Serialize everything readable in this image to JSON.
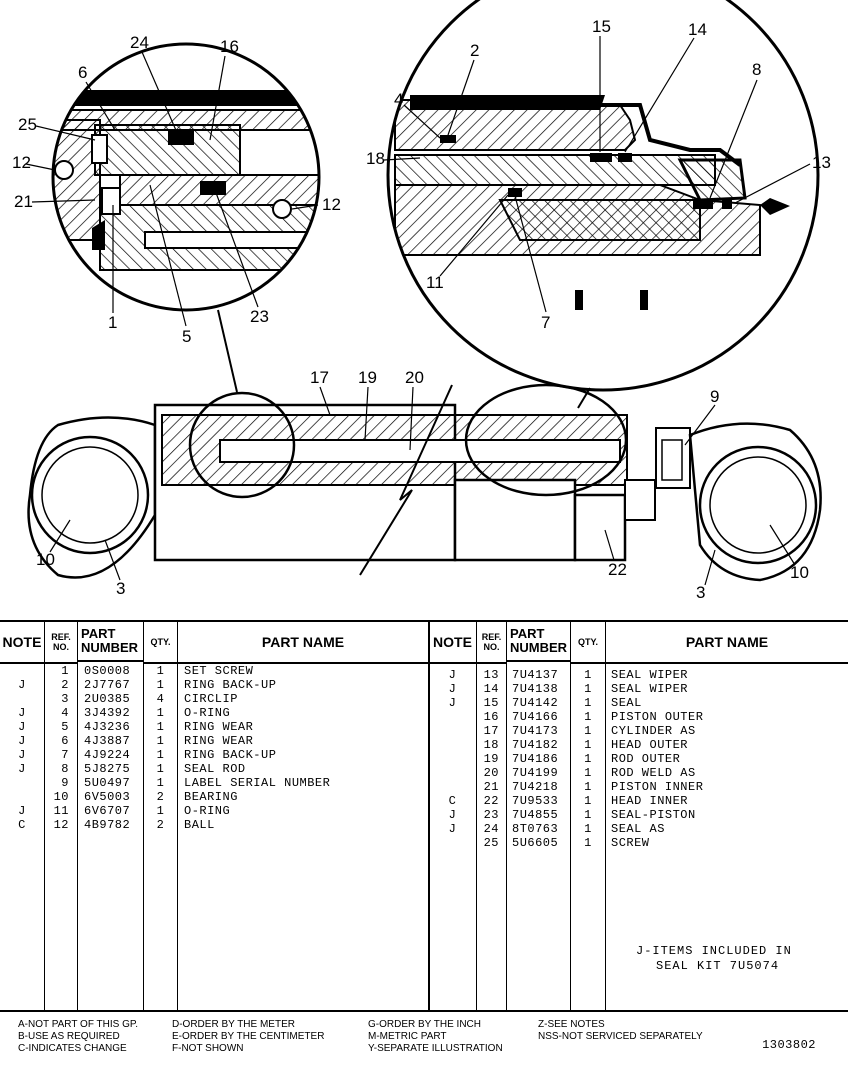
{
  "callouts": {
    "top_left": [
      "24",
      "16",
      "6",
      "25",
      "12",
      "21",
      "12",
      "1",
      "5",
      "23"
    ],
    "top_right": [
      "15",
      "14",
      "2",
      "4",
      "8",
      "18",
      "13",
      "11",
      "7"
    ],
    "main": [
      "17",
      "19",
      "20",
      "9",
      "10",
      "3",
      "22",
      "3",
      "10"
    ]
  },
  "table": {
    "headers": {
      "note": "NOTE",
      "ref_no": [
        "REF.",
        "NO."
      ],
      "part_number": [
        "PART",
        "NUMBER"
      ],
      "qty": "QTY.",
      "part_name": "PART NAME"
    },
    "left_rows": [
      {
        "note": "",
        "ref": "1",
        "part": "0S0008",
        "qty": "1",
        "name": "SET SCREW"
      },
      {
        "note": "J",
        "ref": "2",
        "part": "2J7767",
        "qty": "1",
        "name": "RING BACK-UP"
      },
      {
        "note": "",
        "ref": "3",
        "part": "2U0385",
        "qty": "4",
        "name": "CIRCLIP"
      },
      {
        "note": "J",
        "ref": "4",
        "part": "3J4392",
        "qty": "1",
        "name": "O-RING"
      },
      {
        "note": "J",
        "ref": "5",
        "part": "4J3236",
        "qty": "1",
        "name": "RING WEAR"
      },
      {
        "note": "J",
        "ref": "6",
        "part": "4J3887",
        "qty": "1",
        "name": "RING WEAR"
      },
      {
        "note": "J",
        "ref": "7",
        "part": "4J9224",
        "qty": "1",
        "name": "RING BACK-UP"
      },
      {
        "note": "J",
        "ref": "8",
        "part": "5J8275",
        "qty": "1",
        "name": "SEAL ROD"
      },
      {
        "note": "",
        "ref": "9",
        "part": "5U0497",
        "qty": "1",
        "name": "LABEL SERIAL NUMBER"
      },
      {
        "note": "",
        "ref": "10",
        "part": "6V5003",
        "qty": "2",
        "name": "BEARING"
      },
      {
        "note": "J",
        "ref": "11",
        "part": "6V6707",
        "qty": "1",
        "name": "O-RING"
      },
      {
        "note": "C",
        "ref": "12",
        "part": "4B9782",
        "qty": "2",
        "name": "BALL"
      }
    ],
    "right_rows": [
      {
        "note": "J",
        "ref": "13",
        "part": "7U4137",
        "qty": "1",
        "name": "SEAL WIPER"
      },
      {
        "note": "J",
        "ref": "14",
        "part": "7U4138",
        "qty": "1",
        "name": "SEAL WIPER"
      },
      {
        "note": "J",
        "ref": "15",
        "part": "7U4142",
        "qty": "1",
        "name": "SEAL"
      },
      {
        "note": "",
        "ref": "16",
        "part": "7U4166",
        "qty": "1",
        "name": "PISTON OUTER"
      },
      {
        "note": "",
        "ref": "17",
        "part": "7U4173",
        "qty": "1",
        "name": "CYLINDER AS"
      },
      {
        "note": "",
        "ref": "18",
        "part": "7U4182",
        "qty": "1",
        "name": "HEAD OUTER"
      },
      {
        "note": "",
        "ref": "19",
        "part": "7U4186",
        "qty": "1",
        "name": "ROD OUTER"
      },
      {
        "note": "",
        "ref": "20",
        "part": "7U4199",
        "qty": "1",
        "name": "ROD WELD AS"
      },
      {
        "note": "",
        "ref": "21",
        "part": "7U4218",
        "qty": "1",
        "name": "PISTON INNER"
      },
      {
        "note": "C",
        "ref": "22",
        "part": "7U9533",
        "qty": "1",
        "name": "HEAD INNER"
      },
      {
        "note": "J",
        "ref": "23",
        "part": "7U4855",
        "qty": "1",
        "name": "SEAL-PISTON"
      },
      {
        "note": "J",
        "ref": "24",
        "part": "8T0763",
        "qty": "1",
        "name": "SEAL AS"
      },
      {
        "note": "",
        "ref": "25",
        "part": "5U6605",
        "qty": "1",
        "name": "SCREW"
      }
    ],
    "kit_note": [
      "J-ITEMS INCLUDED IN",
      "SEAL KIT 7U5074"
    ]
  },
  "legend": {
    "col1": [
      "A-NOT PART OF THIS GP.",
      "B-USE AS REQUIRED",
      "C-INDICATES CHANGE"
    ],
    "col2": [
      "D-ORDER BY THE METER",
      "E-ORDER BY THE CENTIMETER",
      "F-NOT SHOWN"
    ],
    "col3": [
      "G-ORDER BY THE INCH",
      "M-METRIC PART",
      "Y-SEPARATE ILLUSTRATION"
    ],
    "col4": [
      "Z-SEE NOTES",
      "NSS-NOT SERVICED SEPARATELY"
    ],
    "drawing_number": "1303802"
  }
}
